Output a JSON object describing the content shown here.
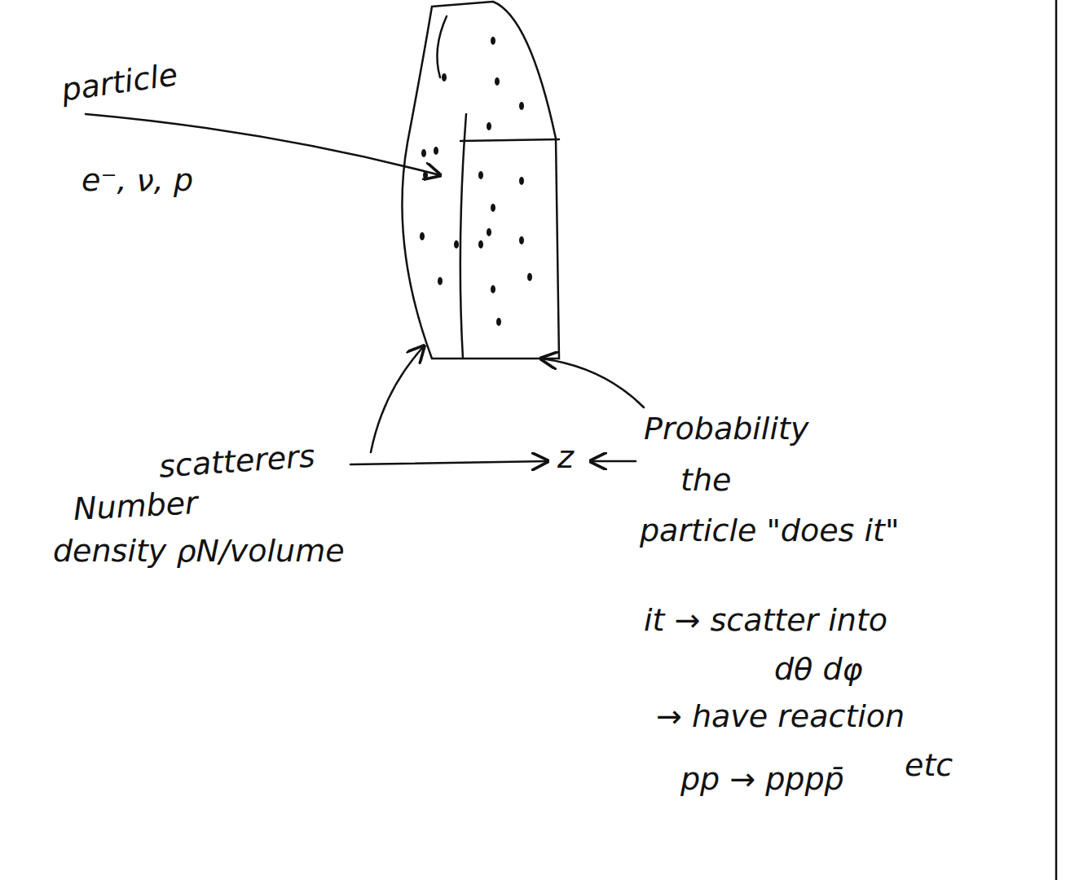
{
  "diagram": {
    "labels": [
      "particle",
      "e⁻, ν, p",
      "scatterers",
      "z",
      "Number",
      "density ρN/volume",
      "Probability",
      "the",
      "particle \"does it\"",
      "it → scatter into",
      "dθ dφ",
      "→ have reaction",
      "pp → pppp̄",
      "etc"
    ]
  }
}
